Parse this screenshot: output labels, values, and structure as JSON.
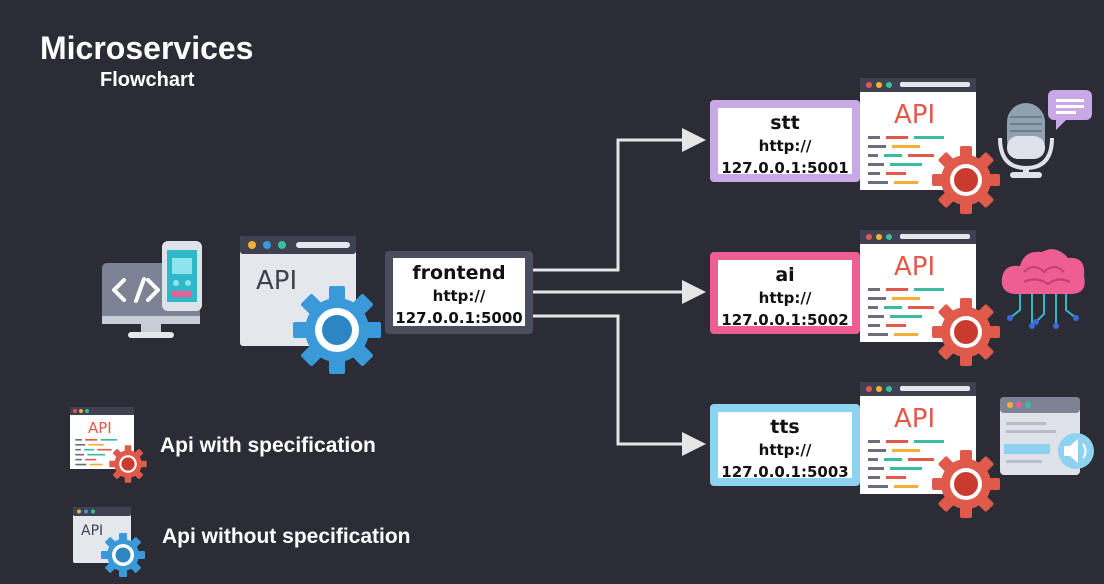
{
  "title": "Microservices",
  "subtitle": "Flowchart",
  "icons": {
    "api_label": "API"
  },
  "frontend": {
    "name": "frontend",
    "url_line1": "http://",
    "url_line2": "127.0.0.1:5000"
  },
  "services": [
    {
      "name": "stt",
      "url_line1": "http://",
      "url_line2": "127.0.0.1:5001",
      "color": "#c9a8e6",
      "icon": "microphone-icon"
    },
    {
      "name": "ai",
      "url_line1": "http://",
      "url_line2": "127.0.0.1:5002",
      "color": "#ef5e93",
      "icon": "cloud-brain-icon"
    },
    {
      "name": "tts",
      "url_line1": "http://",
      "url_line2": "127.0.0.1:5003",
      "color": "#8ed2f2",
      "icon": "speaker-window-icon"
    }
  ],
  "legend": {
    "with_spec": "Api with specification",
    "without_spec": "Api without specification"
  },
  "colors": {
    "background": "#2b2c35",
    "spec_api": "#e05a4c",
    "no_spec_api": "#3a9ad9",
    "frontend_border": "#4a4d5c"
  }
}
